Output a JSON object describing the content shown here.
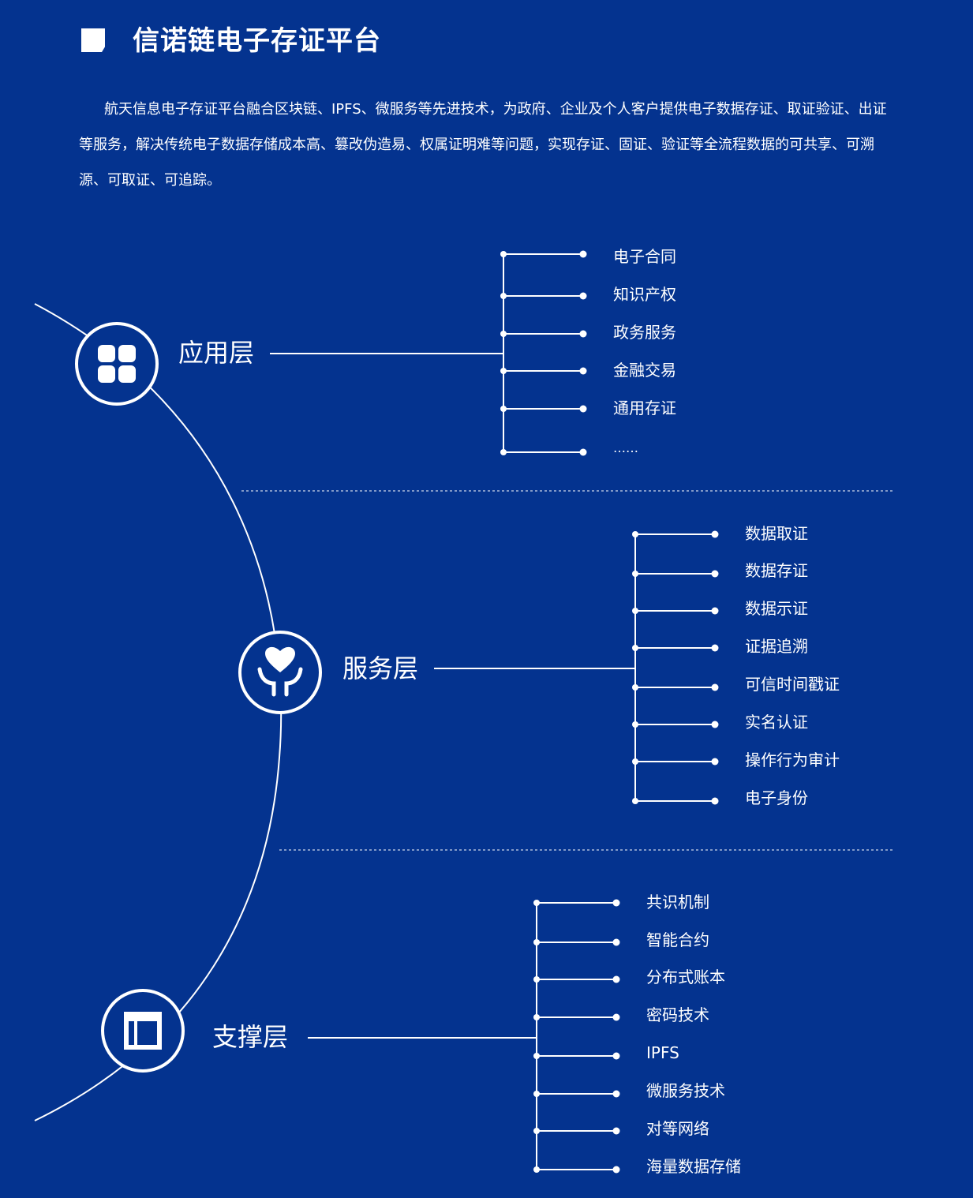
{
  "header": {
    "title": "信诺链电子存证平台",
    "description": "航天信息电子存证平台融合区块链、IPFS、微服务等先进技术，为政府、企业及个人客户提供电子数据存证、取证验证、出证等服务，解决传统电子数据存储成本高、篡改伪造易、权属证明难等问题，实现存证、固证、验证等全流程数据的可共享、可溯源、可取证、可追踪。"
  },
  "layers": [
    {
      "label": "应用层",
      "icon": "grid-icon",
      "items": [
        "电子合同",
        "知识产权",
        "政务服务",
        "金融交易",
        "通用存证",
        "……"
      ]
    },
    {
      "label": "服务层",
      "icon": "hands-heart-icon",
      "items": [
        "数据取证",
        "数据存证",
        "数据示证",
        "证据追溯",
        "可信时间戳证",
        "实名认证",
        "操作行为审计",
        "电子身份"
      ]
    },
    {
      "label": "支撑层",
      "icon": "layout-icon",
      "items": [
        "共识机制",
        "智能合约",
        "分布式账本",
        "密码技术",
        "IPFS",
        "微服务技术",
        "对等网络",
        "海量数据存储"
      ]
    }
  ],
  "colors": {
    "background": "#04338f",
    "foreground": "#ffffff"
  }
}
